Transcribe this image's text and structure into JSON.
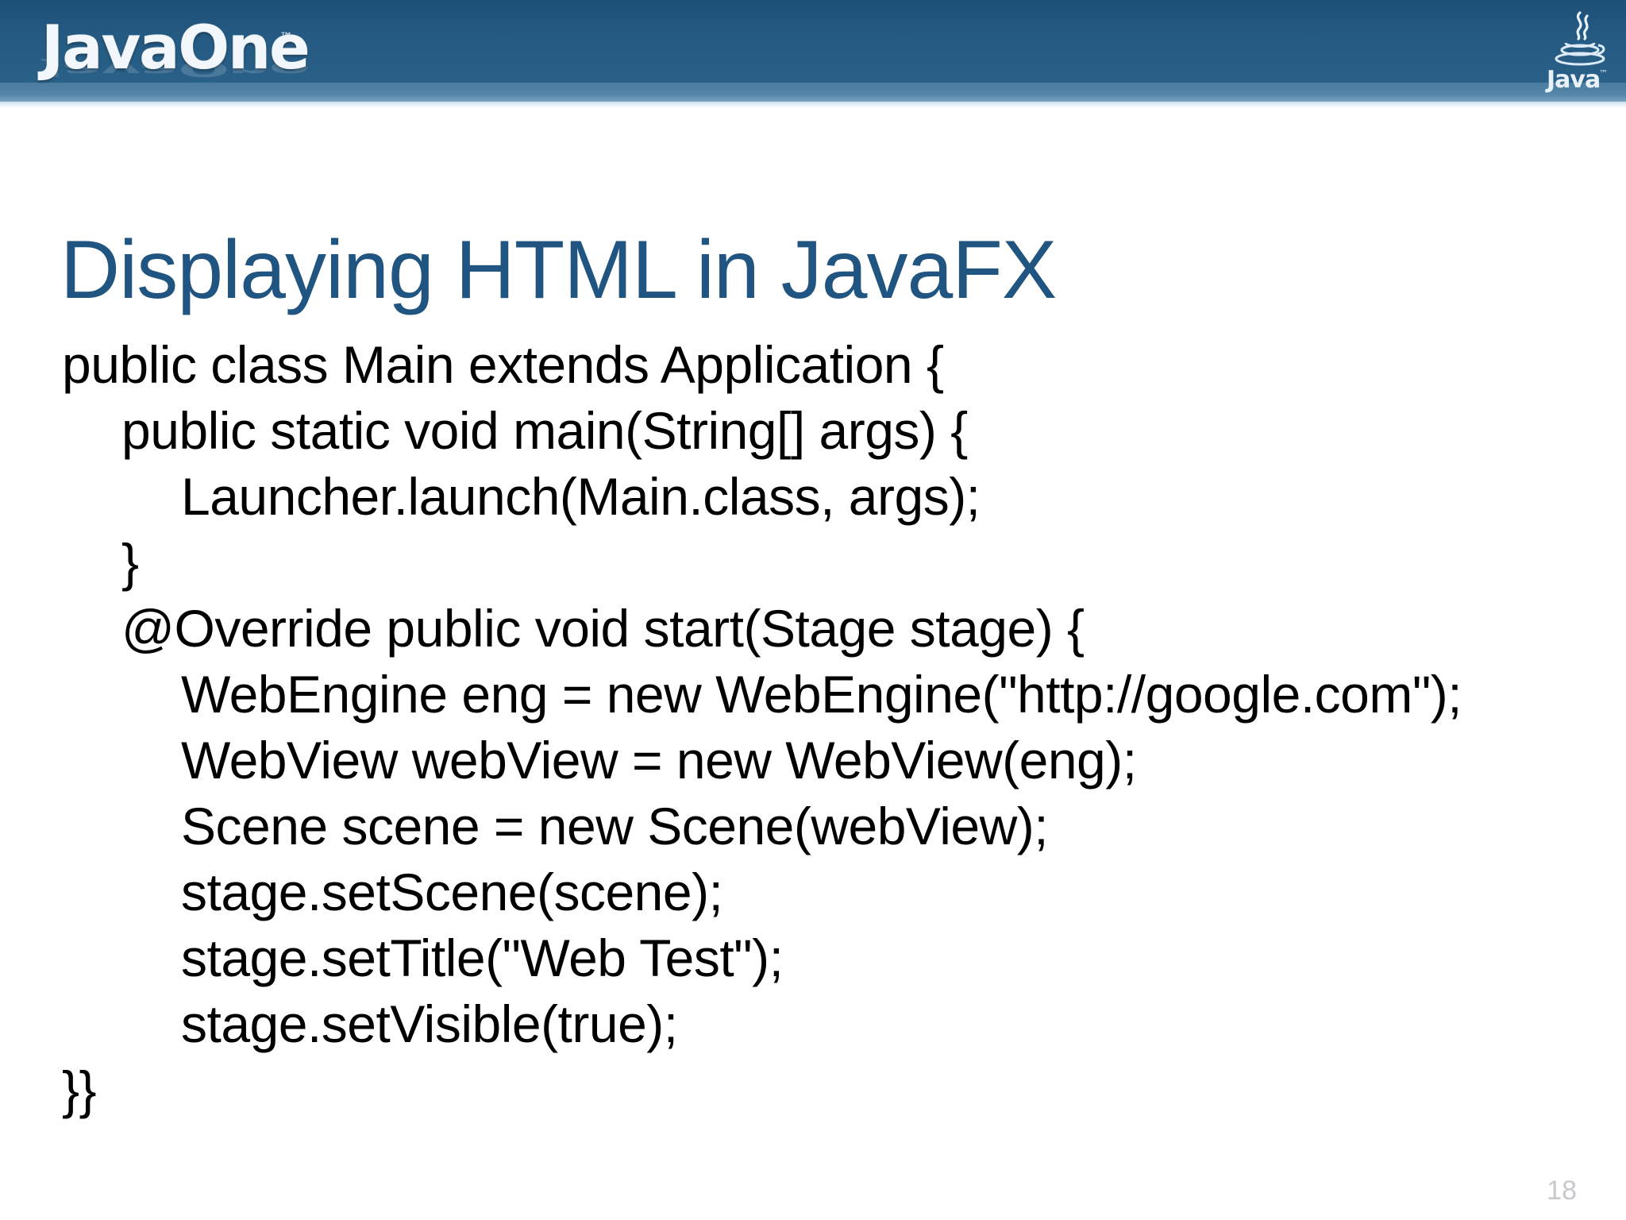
{
  "slide": {
    "title": "Displaying HTML in JavaFX",
    "page_number": "18",
    "background_color": "#ffffff",
    "title_color": "#1f5580"
  },
  "header": {
    "brand_logo": "JavaOne",
    "brand_trademark": "™",
    "java_logo_word": "Java",
    "java_logo_trademark": "™",
    "band_dark_color": "#255a83",
    "band_light_color": "#4f82a6"
  },
  "code": {
    "language": "java",
    "lines": [
      {
        "indent": 0,
        "text": "public class Main extends Application {"
      },
      {
        "indent": 1,
        "text": "public static void main(String[] args) {"
      },
      {
        "indent": 2,
        "text": "Launcher.launch(Main.class, args);"
      },
      {
        "indent": 1,
        "text": "}"
      },
      {
        "indent": 1,
        "text": "@Override public void start(Stage stage) {"
      },
      {
        "indent": 2,
        "text": "WebEngine eng = new WebEngine(\"http://google.com\");"
      },
      {
        "indent": 2,
        "text": "WebView webView = new WebView(eng);"
      },
      {
        "indent": 2,
        "text": "Scene scene = new Scene(webView);"
      },
      {
        "indent": 2,
        "text": "stage.setScene(scene);"
      },
      {
        "indent": 2,
        "text": "stage.setTitle(\"Web Test\");"
      },
      {
        "indent": 2,
        "text": "stage.setVisible(true);"
      },
      {
        "indent": 0,
        "text": "}}"
      }
    ]
  }
}
